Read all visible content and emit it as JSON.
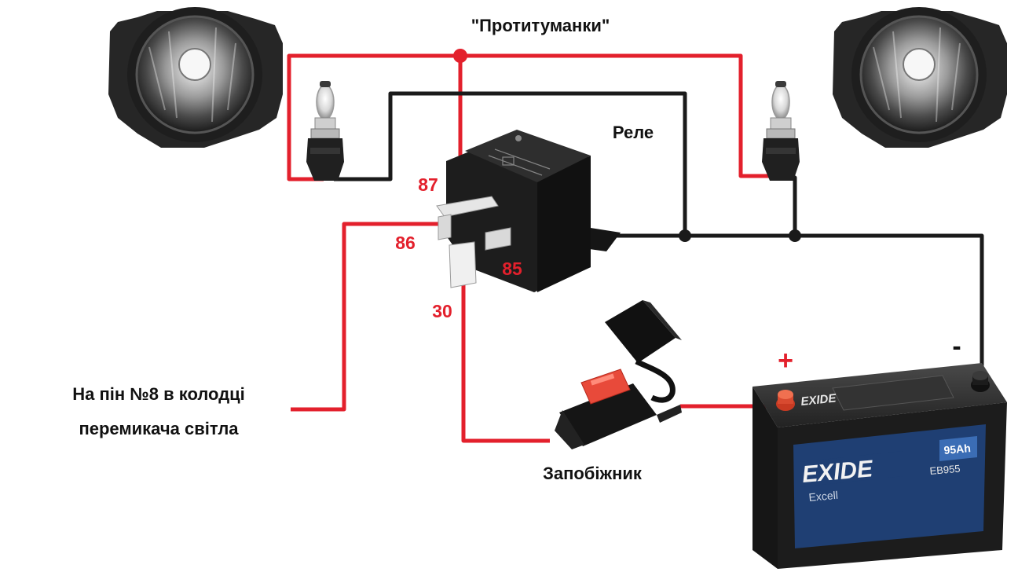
{
  "title": "\"Протитуманки\"",
  "relay_label": "Реле",
  "terminals": {
    "t87": "87",
    "t86": "86",
    "t85": "85",
    "t30": "30"
  },
  "pin_note": {
    "line1": "На пін №8 в колодці",
    "line2": "перемикача світла"
  },
  "fuse_label": "Запобіжник",
  "battery": {
    "plus": "+",
    "minus": "-",
    "brand": "EXIDE",
    "series": "Excell",
    "model": "EB955",
    "capacity": "95Ah"
  },
  "colors": {
    "positive_wire": "#e3202c",
    "ground_wire": "#1a1a1a",
    "battery_body": "#1c1c1c",
    "battery_label": "#1f3f73",
    "fuse": "#e84a3a"
  }
}
